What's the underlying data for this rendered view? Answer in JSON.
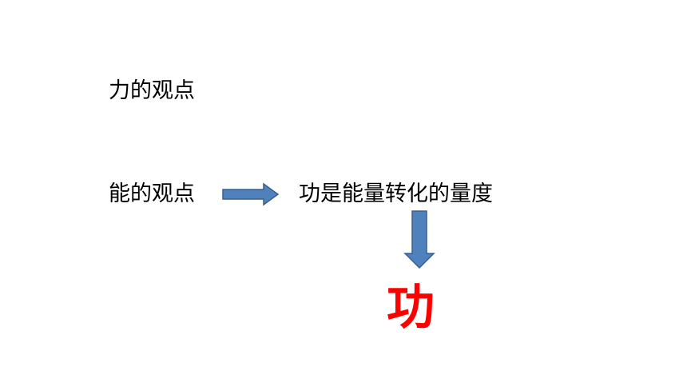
{
  "labels": {
    "force_view": "力的观点",
    "energy_view": "能的观点",
    "work_statement": "功是能量转化的量度",
    "conclusion": "功"
  },
  "colors": {
    "text": "#000000",
    "arrow_fill": "#4f81bd",
    "arrow_stroke": "#3a5f8f",
    "highlight": "#ff0000"
  },
  "arrows": [
    {
      "name": "arrow-right",
      "direction": "right"
    },
    {
      "name": "arrow-down",
      "direction": "down"
    }
  ]
}
